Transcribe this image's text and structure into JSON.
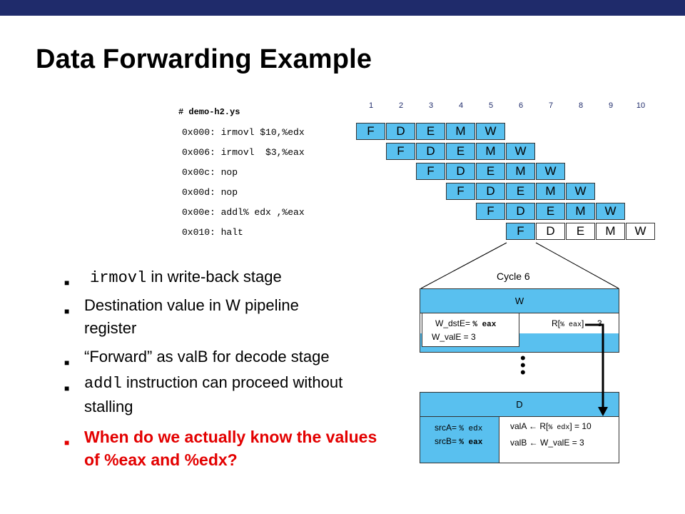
{
  "title": "Data Forwarding Example",
  "program": {
    "filename": "# demo-h2.ys",
    "lines": [
      "0x000: irmovl $10,%edx",
      "0x006: irmovl  $3,%eax",
      "0x00c: nop",
      "0x00d: nop",
      "0x00e: addl% edx ,%eax",
      "0x010: halt"
    ]
  },
  "pipeline": {
    "cycles": [
      "1",
      "2",
      "3",
      "4",
      "5",
      "6",
      "7",
      "8",
      "9",
      "10"
    ],
    "stages": [
      "F",
      "D",
      "E",
      "M",
      "W"
    ]
  },
  "bullets": {
    "b1_code": "irmovl",
    "b1_text": " in write-back stage",
    "b2": "Destination value in W pipeline register",
    "b3": "“Forward” as valB for decode stage",
    "b4_code": "addl",
    "b4_text": " instruction can proceed without stalling",
    "b5": "When do we actually know the values of %eax and %edx?"
  },
  "detail": {
    "cycle_label": "Cycle 6",
    "w_stage": {
      "name": "W",
      "dstE_label": "W_dstE=",
      "dstE_val": "% eax",
      "valE": "W_valE = 3",
      "reg_r": "R[",
      "reg_name": "% eax",
      "reg_assign": "] ← 3"
    },
    "d_stage": {
      "name": "D",
      "srcA_label": "srcA=",
      "srcA_val": "% edx",
      "srcB_label": "srcB=",
      "srcB_val": "% eax",
      "valA_pre": "valA ← R[",
      "valA_reg": "% edx",
      "valA_post": "] = 10",
      "valB": "valB ← W_valE = 3"
    }
  }
}
